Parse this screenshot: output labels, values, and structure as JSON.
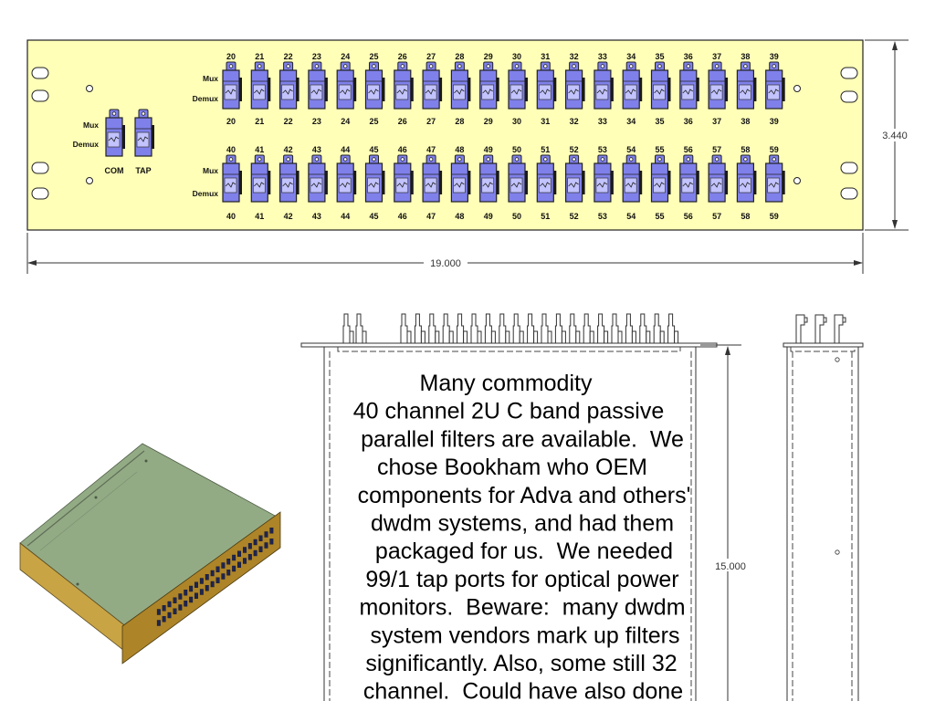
{
  "panel": {
    "mux_label": "Mux",
    "demux_label": "Demux",
    "com_label": "COM",
    "tap_label": "TAP",
    "upper_row_ports": [
      "20",
      "21",
      "22",
      "23",
      "24",
      "25",
      "26",
      "27",
      "28",
      "29",
      "30",
      "31",
      "32",
      "33",
      "34",
      "35",
      "36",
      "37",
      "38",
      "39"
    ],
    "lower_row_ports": [
      "40",
      "41",
      "42",
      "43",
      "44",
      "45",
      "46",
      "47",
      "48",
      "49",
      "50",
      "51",
      "52",
      "53",
      "54",
      "55",
      "56",
      "57",
      "58",
      "59"
    ]
  },
  "dimensions": {
    "panel_height": "3.440",
    "panel_width": "19.000",
    "chassis_depth": "15.000"
  },
  "description": {
    "lines": [
      "Many commodity",
      "40 channel 2U C band passive",
      "parallel filters are available.  We",
      "chose Bookham who OEM",
      "components for Adva and others'",
      "dwdm systems, and had them",
      "packaged for us.  We needed",
      "99/1 tap ports for optical power",
      "monitors.  Beware:  many dwdm",
      "system vendors mark up filters",
      "significantly. Also, some still 32",
      "channel.  Could have also done"
    ]
  },
  "colors": {
    "panel": "#ffffb8",
    "port": "#7f80ea",
    "port_window": "#c2c3ff",
    "chassis_top": "#93ab85",
    "chassis_side": "#c9a445",
    "chassis_front": "#ad8428",
    "port_dark": "#1f2550"
  }
}
